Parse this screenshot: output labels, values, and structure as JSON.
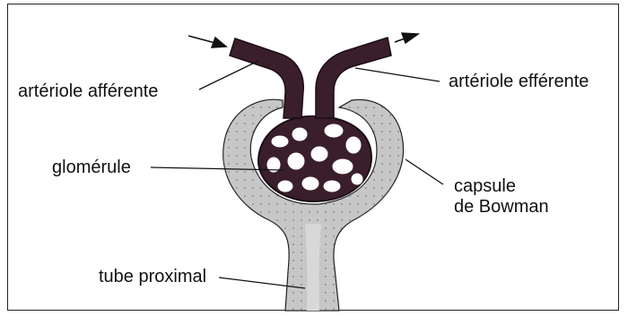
{
  "labels": {
    "afferent": "artériole afférente",
    "efferent": "artériole efférente",
    "glomerule": "glomérule",
    "capsule_line1": "capsule",
    "capsule_line2": "de Bowman",
    "tube": "tube proximal"
  },
  "colors": {
    "vessel": "#3a1e2c",
    "capsule_fill": "#c7c7c7",
    "outline": "#222222",
    "background": "#ffffff"
  }
}
